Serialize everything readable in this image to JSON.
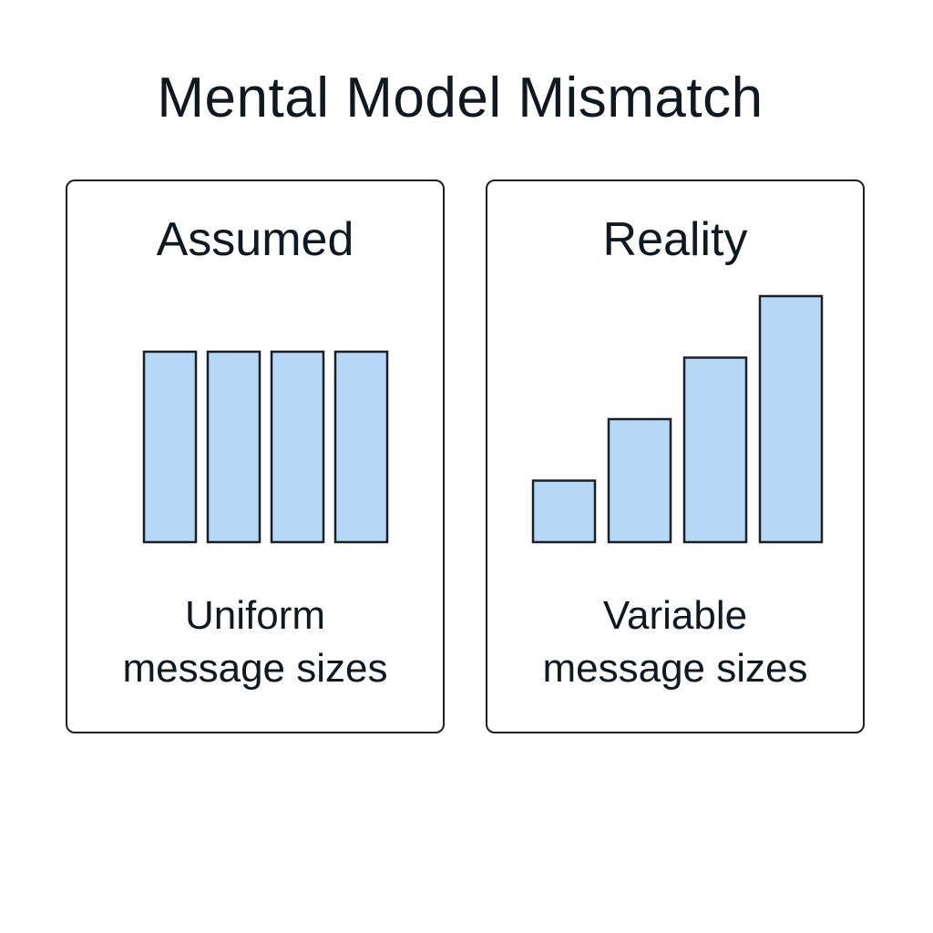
{
  "title": "Mental Model Mismatch",
  "panels": [
    {
      "heading": "Assumed",
      "caption_line1": "Uniform",
      "caption_line2": "message sizes",
      "bar_values": [
        1,
        1,
        1,
        1
      ]
    },
    {
      "heading": "Reality",
      "caption_line1": "Variable",
      "caption_line2": "message sizes",
      "bar_values": [
        1,
        2,
        3,
        4
      ]
    }
  ],
  "colors": {
    "bar_fill": "#b5d8f7",
    "outline": "#1a1f24",
    "text": "#111820",
    "background": "#ffffff"
  }
}
